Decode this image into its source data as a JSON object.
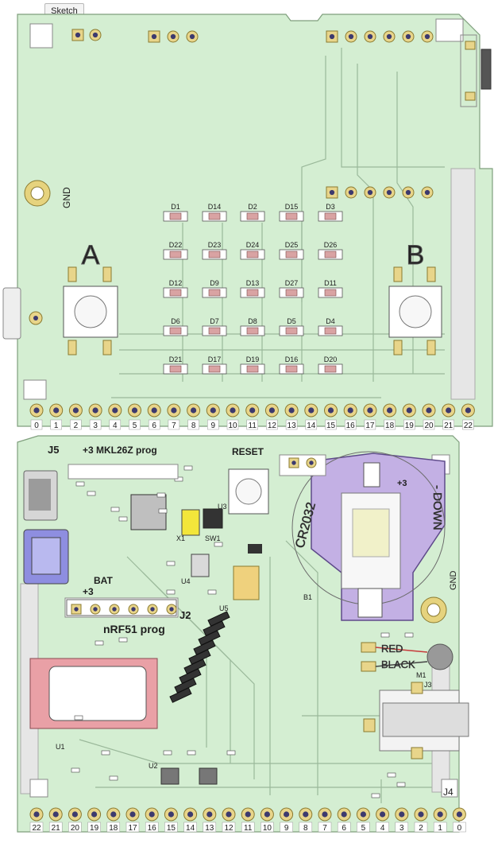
{
  "tab": {
    "label": "Sketch"
  },
  "front": {
    "gnd_label": "GND",
    "button_a": "A",
    "button_b": "B",
    "led_labels": [
      [
        "D1",
        "D14",
        "D2",
        "D15",
        "D3"
      ],
      [
        "D22",
        "D23",
        "D24",
        "D25",
        "D26"
      ],
      [
        "D12",
        "D9",
        "D13",
        "D27",
        "D11"
      ],
      [
        "D6",
        "D7",
        "D8",
        "D5",
        "D4"
      ],
      [
        "D21",
        "D17",
        "D19",
        "D16",
        "D20"
      ]
    ],
    "pin_numbers": [
      "0",
      "1",
      "2",
      "3",
      "4",
      "5",
      "6",
      "7",
      "8",
      "9",
      "10",
      "11",
      "12",
      "13",
      "14",
      "15",
      "16",
      "17",
      "18",
      "19",
      "20",
      "21",
      "22"
    ]
  },
  "back": {
    "j5_label": "J5",
    "prog_label": "+3 MKL26Z prog",
    "reset_label": "RESET",
    "battery_label": "CR2032",
    "down_label": "- DOWN",
    "gnd_label": "GND",
    "bat_label": "BAT",
    "plus3_label": "+3",
    "plus3_small": "+3",
    "j2_label": "J2",
    "nrf_label": "nRF51 prog",
    "red_label": "RED",
    "black_label": "BLACK",
    "u1_label": "U1",
    "u2_label": "U2",
    "u4_label": "U4",
    "b1_label": "B1",
    "m1_label": "M1",
    "j3_label": "J3",
    "j4_label": "J4",
    "sw1_label": "SW1",
    "x1_label": "X1",
    "u5_label": "U5",
    "u3_label": "U3",
    "pin_numbers": [
      "22",
      "21",
      "20",
      "19",
      "18",
      "17",
      "16",
      "15",
      "14",
      "13",
      "12",
      "11",
      "10",
      "9",
      "8",
      "7",
      "6",
      "5",
      "4",
      "3",
      "2",
      "1",
      "0"
    ]
  }
}
